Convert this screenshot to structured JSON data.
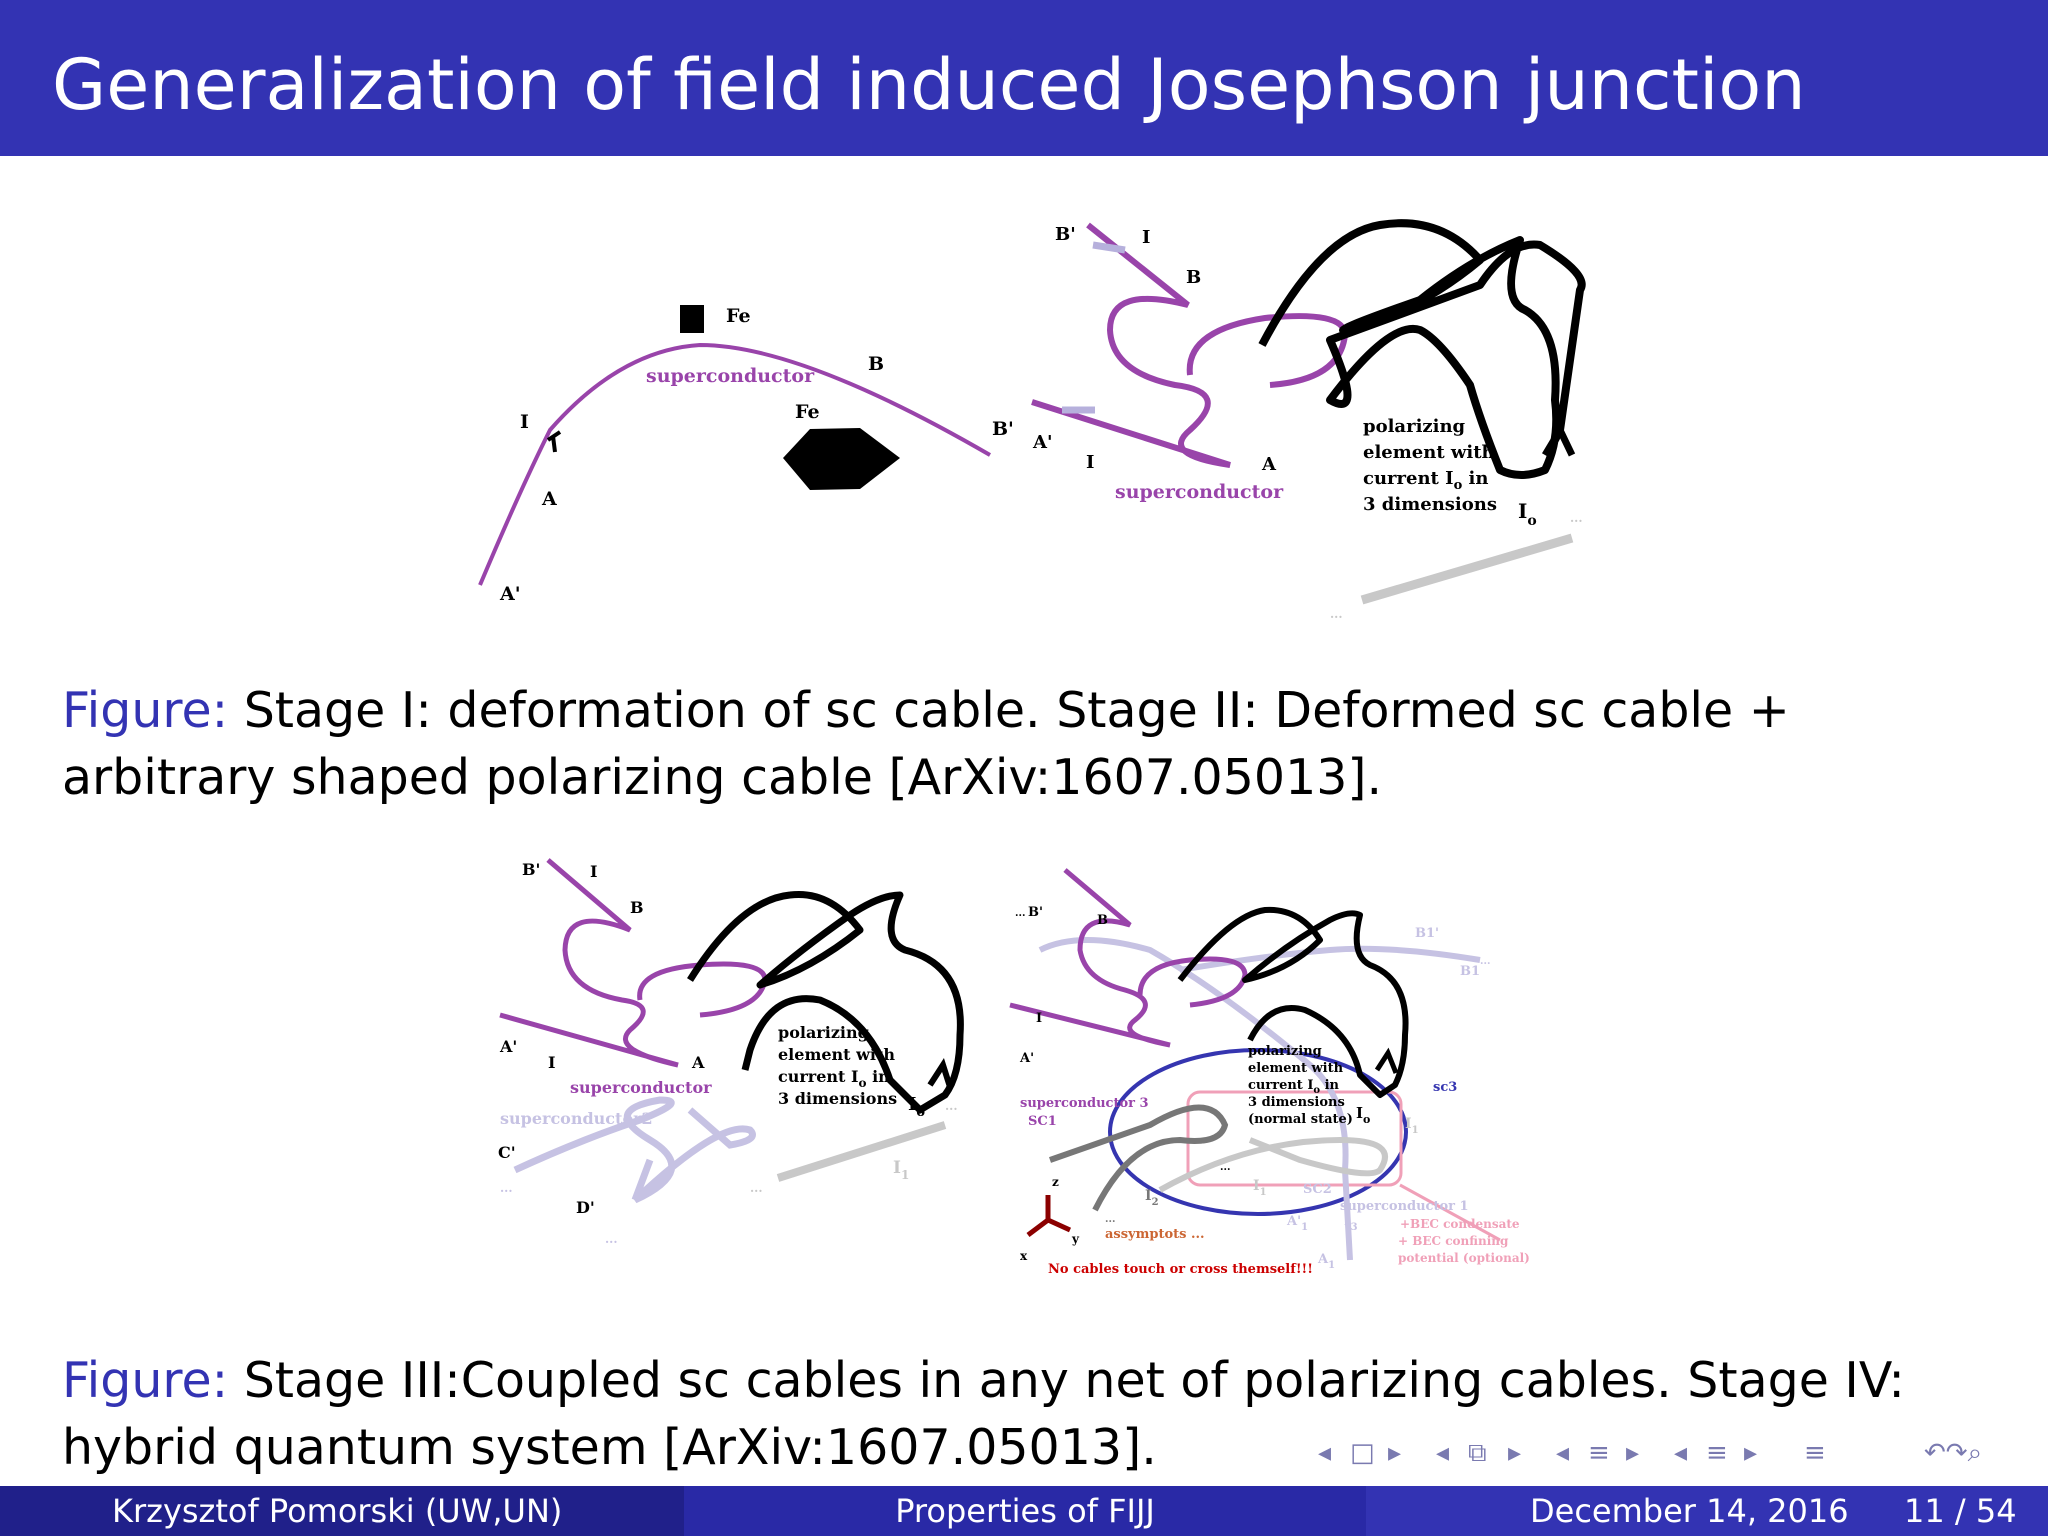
{
  "header": {
    "title": "Generalization of field induced Josephson junction"
  },
  "figure1": {
    "left": {
      "fe_top": "Fe",
      "fe_bottom": "Fe",
      "superconductor": "superconductor",
      "I": "I",
      "A": "A",
      "A_prime": "A'",
      "B": "B",
      "B_prime": "B'"
    },
    "right": {
      "B_prime": "B'",
      "I_top": "I",
      "B": "B",
      "A_prime": "A'",
      "I_bottom": "I",
      "A": "A",
      "superconductor": "superconductor",
      "polarizing": [
        "polarizing",
        "element with",
        "current I",
        "3 dimensions"
      ],
      "current_in_suffix": " in",
      "I_o": "I",
      "o_sub": "o",
      "dots": "..."
    }
  },
  "caption1": {
    "label": "Figure:",
    "text": " Stage I: deformation of sc cable. Stage II: Deformed sc cable + arbitrary shaped polarizing cable [ArXiv:1607.05013]."
  },
  "figure2": {
    "left": {
      "B_prime": "B'",
      "I_top": "I",
      "B": "B",
      "A_prime": "A'",
      "I_bottom": "I",
      "A": "A",
      "superconductor": "superconductor",
      "superconductor2": "superconductor2",
      "C_prime": "C'",
      "D_prime": "D'",
      "polarizing": [
        "polarizing",
        "element with",
        "current I",
        "3 dimensions"
      ],
      "current_in_suffix": " in",
      "I_o": "I",
      "o_sub": "o",
      "I1": "I",
      "one_sub": "1",
      "dots": "..."
    },
    "right": {
      "B_prime": "B'",
      "B": "B",
      "B1_prime": "B1'",
      "B1": "B1",
      "I": "I",
      "A_prime": "A'",
      "polarizing": [
        "polarizing",
        "element with",
        "current I",
        "3 dimensions",
        "(normal state)"
      ],
      "current_in_suffix": " in",
      "I_o": "I",
      "o_sub": "o",
      "sc3": "sc3",
      "superconductor3": "superconductor 3",
      "SC1": "SC1",
      "SC2": "SC2",
      "superconductor1": "superconductor 1",
      "I1": "I",
      "I2": "I",
      "I3": "I",
      "A1_prime": "A'",
      "A1": "A",
      "one_sub": "1",
      "two_sub": "2",
      "three_sub": "3",
      "z": "z",
      "y": "y",
      "x": "x",
      "assymptots": "assymptots ...",
      "warning": "No cables touch or cross themself!!!",
      "bec": [
        "+BEC condensate",
        "+ BEC confining",
        "potential (optional)"
      ],
      "dots": "..."
    }
  },
  "caption2": {
    "label": "Figure:",
    "text": " Stage III:Coupled sc cables in any net of polarizing cables. Stage IV: hybrid quantum system [ArXiv:1607.05013]."
  },
  "nav": {
    "icons": [
      "◂",
      "□",
      "▸",
      "◂",
      "⧉",
      "▸",
      "◂",
      "≡",
      "▸",
      "◂",
      "≡",
      "▸",
      "≡",
      "↶↷⌕"
    ]
  },
  "footer": {
    "author": "Krzysztof Pomorski  (UW,UN)",
    "short_title": "Properties of FIJJ",
    "date": "December 14, 2016",
    "page": "11 / 54"
  },
  "colors": {
    "title_bg": "#3333b3",
    "purple": "#9944aa",
    "lavender": "#b6b0dc",
    "grey": "#c8c8c8",
    "pink": "#f0a0b8",
    "blue_ellipse": "#3535b0",
    "dark_red": "#8b0000"
  }
}
